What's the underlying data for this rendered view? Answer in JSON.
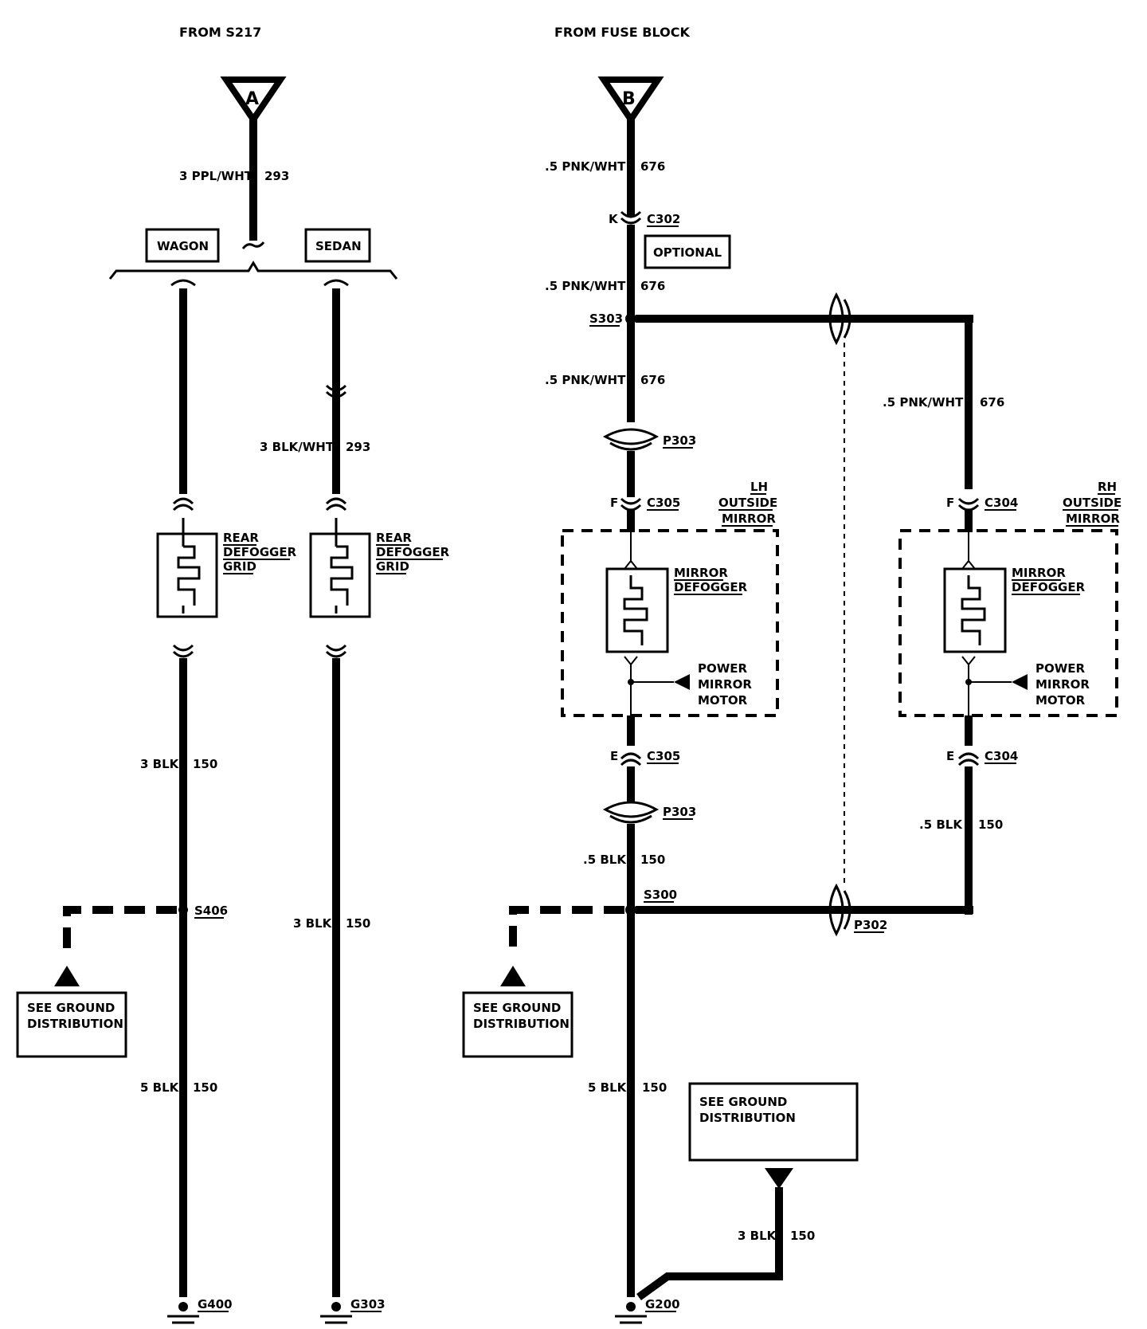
{
  "headers": {
    "left": "FROM S217",
    "right": "FROM FUSE BLOCK"
  },
  "connectors": {
    "a": "A",
    "b": "B"
  },
  "variants": {
    "wagon": "WAGON",
    "sedan": "SEDAN",
    "optional": "OPTIONAL"
  },
  "wires": {
    "ppl_wht": {
      "gauge": "3 PPL/WHT",
      "circuit": "293"
    },
    "blk_wht": {
      "gauge": "3 BLK/WHT",
      "circuit": "293"
    },
    "wagon_blk": {
      "gauge": "3 BLK",
      "circuit": "150"
    },
    "sedan_blk": {
      "gauge": "3 BLK",
      "circuit": "150"
    },
    "wagon_5blk": {
      "gauge": "5 BLK",
      "circuit": "150"
    },
    "pnk1": {
      "gauge": ".5 PNK/WHT",
      "circuit": "676"
    },
    "pnk2": {
      "gauge": ".5 PNK/WHT",
      "circuit": "676"
    },
    "pnk3": {
      "gauge": ".5 PNK/WHT",
      "circuit": "676"
    },
    "pnk_rh": {
      "gauge": ".5 PNK/WHT",
      "circuit": "676"
    },
    "blk_lh": {
      "gauge": ".5 BLK",
      "circuit": "150"
    },
    "blk_rh": {
      "gauge": ".5 BLK",
      "circuit": "150"
    },
    "lh_5blk": {
      "gauge": "5 BLK",
      "circuit": "150"
    },
    "gnd_3blk": {
      "gauge": "3 BLK",
      "circuit": "150"
    }
  },
  "pins": {
    "c302": {
      "pin": "K",
      "name": "C302"
    },
    "c305_top": {
      "pin": "F",
      "name": "C305"
    },
    "c305_bot": {
      "pin": "E",
      "name": "C305"
    },
    "c304_top": {
      "pin": "F",
      "name": "C304"
    },
    "c304_bot": {
      "pin": "E",
      "name": "C304"
    }
  },
  "splices": {
    "s303": "S303",
    "s406": "S406",
    "s300": "S300"
  },
  "pass_through": {
    "p303_top": "P303",
    "p303_bot": "P303",
    "p302": "P302"
  },
  "components": {
    "wagon_grid": [
      "REAR",
      "DEFOGGER",
      "GRID"
    ],
    "sedan_grid": [
      "REAR",
      "DEFOGGER",
      "GRID"
    ],
    "lh_mirror_title": [
      "LH",
      "OUTSIDE",
      "MIRROR"
    ],
    "rh_mirror_title": [
      "RH",
      "OUTSIDE",
      "MIRROR"
    ],
    "lh_defogger": [
      "MIRROR",
      "DEFOGGER"
    ],
    "rh_defogger": [
      "MIRROR",
      "DEFOGGER"
    ],
    "lh_motor": [
      "POWER",
      "MIRROR",
      "MOTOR"
    ],
    "rh_motor": [
      "POWER",
      "MIRROR",
      "MOTOR"
    ]
  },
  "ground_refs": {
    "left": [
      "SEE GROUND",
      "DISTRIBUTION"
    ],
    "middle": [
      "SEE GROUND",
      "DISTRIBUTION"
    ],
    "right": [
      "SEE GROUND",
      "DISTRIBUTION"
    ]
  },
  "grounds": {
    "g400": "G400",
    "g303": "G303",
    "g200": "G200"
  }
}
